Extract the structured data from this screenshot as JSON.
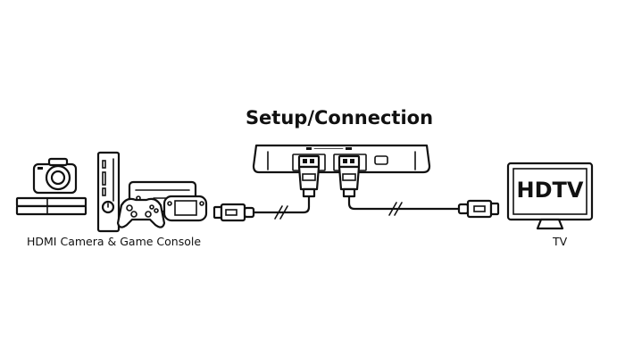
{
  "title": "Setup/Connection",
  "source_label": "HDMI Camera & Game Console",
  "tv_label": "TV",
  "tv_screen_text": "HDTV"
}
